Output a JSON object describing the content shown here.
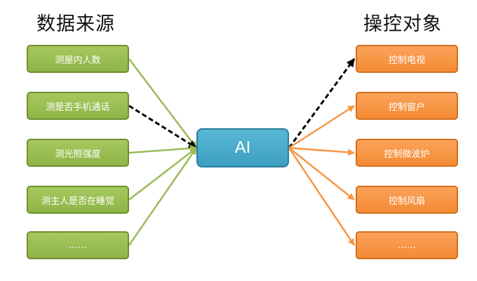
{
  "headings": {
    "sources": "数据来源",
    "targets": "操控对象"
  },
  "center_label": "AI",
  "sources": [
    {
      "label": "测屋内人数",
      "highlight": false
    },
    {
      "label": "测是否手机通话",
      "highlight": true
    },
    {
      "label": "测光照强度",
      "highlight": false
    },
    {
      "label": "测主人是否在睡觉",
      "highlight": false
    },
    {
      "label": "……",
      "highlight": false
    }
  ],
  "targets": [
    {
      "label": "控制电视",
      "highlight": true
    },
    {
      "label": "控制窗户",
      "highlight": false
    },
    {
      "label": "控制微波炉",
      "highlight": false
    },
    {
      "label": "控制风扇",
      "highlight": false
    },
    {
      "label": "……",
      "highlight": false
    }
  ],
  "colors": {
    "source_fill": "#9bbb59",
    "source_arrow": "#9bbb59",
    "target_fill": "#f79646",
    "target_arrow": "#f79646",
    "ai_fill": "#4bacc6",
    "highlight_arrow": "#000000"
  }
}
